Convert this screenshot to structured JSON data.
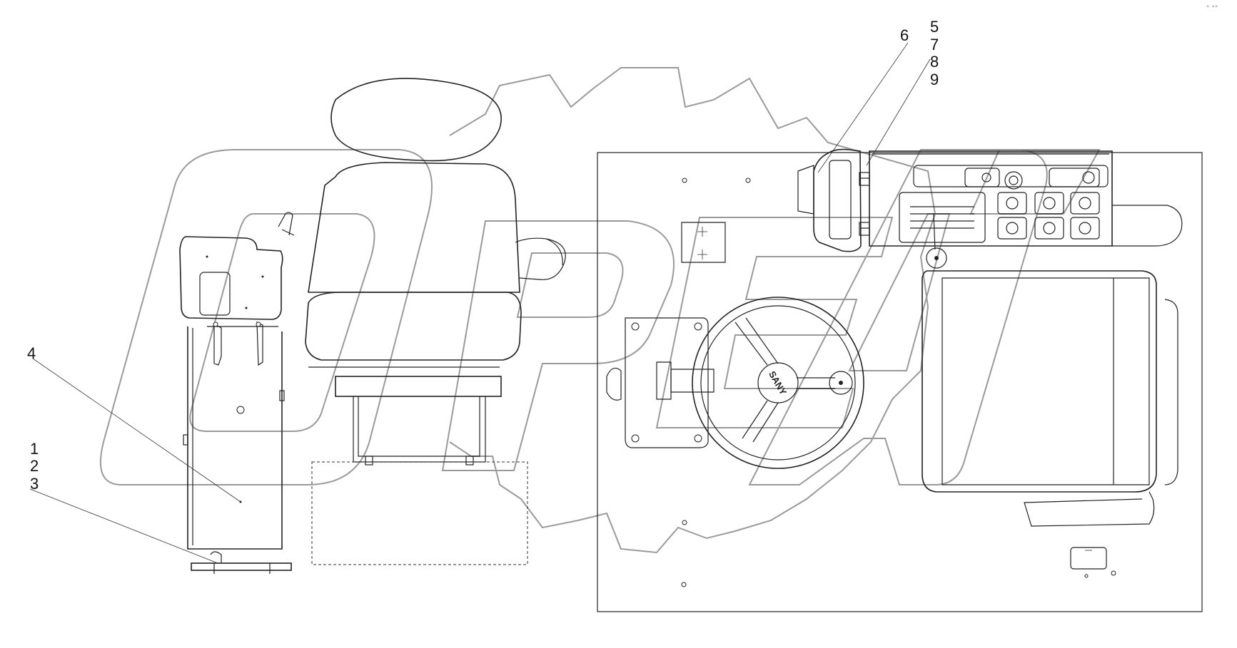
{
  "diagram": {
    "callouts": [
      {
        "id": "c1",
        "label": "1"
      },
      {
        "id": "c2",
        "label": "2"
      },
      {
        "id": "c3",
        "label": "3"
      },
      {
        "id": "c4",
        "label": "4"
      },
      {
        "id": "c5",
        "label": "5"
      },
      {
        "id": "c6",
        "label": "6"
      },
      {
        "id": "c7",
        "label": "7"
      },
      {
        "id": "c8",
        "label": "8"
      },
      {
        "id": "c9",
        "label": "9"
      }
    ],
    "steering_hub_text": "SANY",
    "corner_mark": "° °°",
    "watermark": "OPRA"
  }
}
